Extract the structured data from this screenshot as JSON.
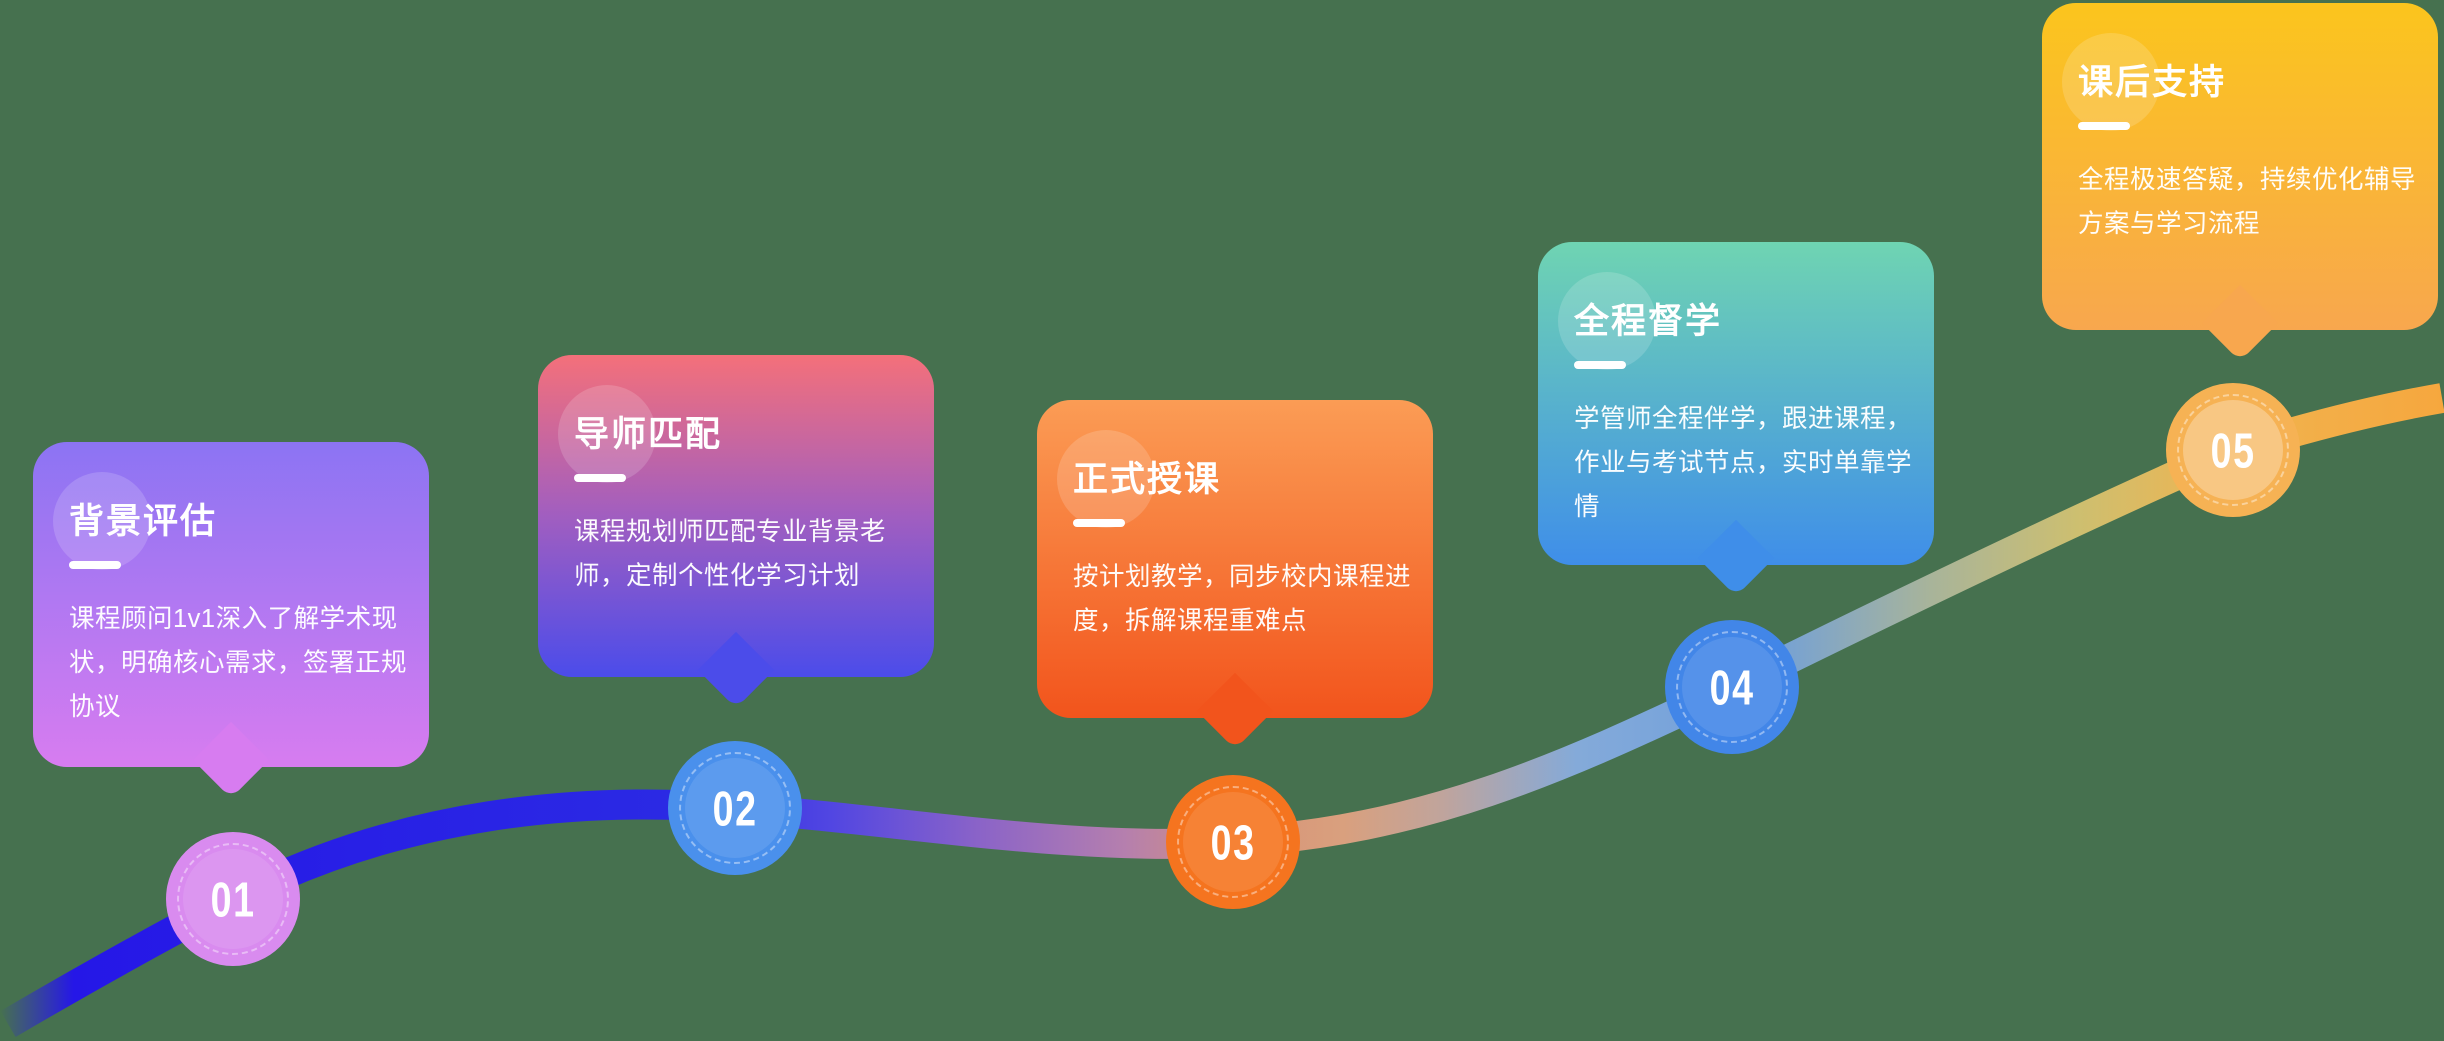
{
  "background_color": "#46714f",
  "steps": [
    {
      "number": "01",
      "title": "背景评估",
      "description": "课程顾问1v1深入了解学术现\n状，明确核心需求，签署正规\n协议",
      "card_gradient": [
        "#8c74f3",
        "#d77cf0"
      ],
      "circle_color": "#d98bef"
    },
    {
      "number": "02",
      "title": "导师匹配",
      "description": "课程规划师匹配专业背景老\n师，定制个性化学习计划",
      "card_gradient": [
        "#f4707a",
        "#a15ec0",
        "#4b4cea"
      ],
      "circle_color": "#4a90ec"
    },
    {
      "number": "03",
      "title": "正式授课",
      "description": "按计划教学，同步校内课程进\n度，拆解课程重难点",
      "card_gradient": [
        "#fb9c55",
        "#f2541c"
      ],
      "circle_color": "#f5741f"
    },
    {
      "number": "04",
      "title": "全程督学",
      "description": "学管师全程伴学，跟进课程，\n作业与考试节点，实时单靠学\n情",
      "card_gradient": [
        "#6fd4b2",
        "#3f8ee9"
      ],
      "circle_color": "#4286e8"
    },
    {
      "number": "05",
      "title": "课后支持",
      "description": "全程极速答疑，持续优化辅导\n方案与学习流程",
      "card_gradient": [
        "#fbc51d",
        "#f8a74e"
      ],
      "circle_color": "#f6b254"
    }
  ],
  "timeline": {
    "line_gradient_stops": [
      {
        "offset": 0,
        "color": "#2a1ae8",
        "opacity": 0
      },
      {
        "offset": 0.03,
        "color": "#2517e7",
        "opacity": 1
      },
      {
        "offset": 0.28,
        "color": "#2b2ae4",
        "opacity": 1
      },
      {
        "offset": 0.34,
        "color": "#5146e2",
        "opacity": 1
      },
      {
        "offset": 0.4,
        "color": "#8a63c8",
        "opacity": 1
      },
      {
        "offset": 0.46,
        "color": "#b57fae",
        "opacity": 1
      },
      {
        "offset": 0.51,
        "color": "#d89478",
        "opacity": 1
      },
      {
        "offset": 0.55,
        "color": "#d9a07e",
        "opacity": 1
      },
      {
        "offset": 0.59,
        "color": "#c0a49c",
        "opacity": 1
      },
      {
        "offset": 0.645,
        "color": "#84aad9",
        "opacity": 1
      },
      {
        "offset": 0.72,
        "color": "#6f9fdc",
        "opacity": 1
      },
      {
        "offset": 0.79,
        "color": "#a8b49a",
        "opacity": 1
      },
      {
        "offset": 0.85,
        "color": "#cdbf70",
        "opacity": 1
      },
      {
        "offset": 0.91,
        "color": "#f0b450",
        "opacity": 1
      },
      {
        "offset": 1,
        "color": "#f6a73e",
        "opacity": 1
      }
    ]
  }
}
